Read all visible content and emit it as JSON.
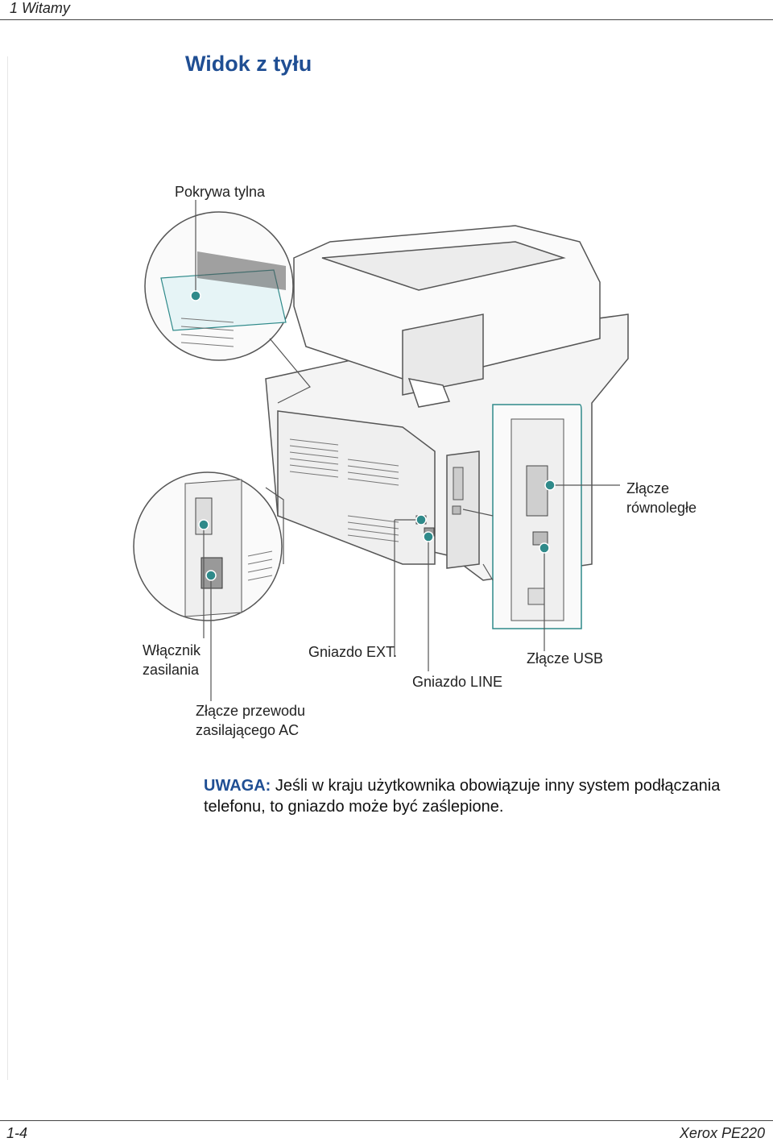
{
  "header": {
    "chapter": "1   Witamy"
  },
  "title": "Widok z tyłu",
  "labels": {
    "back_cover": "Pokrywa tylna",
    "parallel_1": "Złącze",
    "parallel_2": "równoległe",
    "power_switch_1": "Włącznik",
    "power_switch_2": "zasilania",
    "ext_jack": "Gniazdo EXT.",
    "usb": "Złącze USB",
    "line_jack": "Gniazdo LINE",
    "ac_1": "Złącze przewodu",
    "ac_2": "zasilającego AC"
  },
  "note": {
    "key": "UWAGA:",
    "text": " Jeśli w kraju użytkownika obowiązuje inny system podłączania telefonu, to gniazdo może być zaślepione."
  },
  "footer": {
    "page": "1-4",
    "product": "Xerox PE220"
  },
  "colors": {
    "accent": "#1f4e93",
    "callout": "#2f8a8a"
  }
}
